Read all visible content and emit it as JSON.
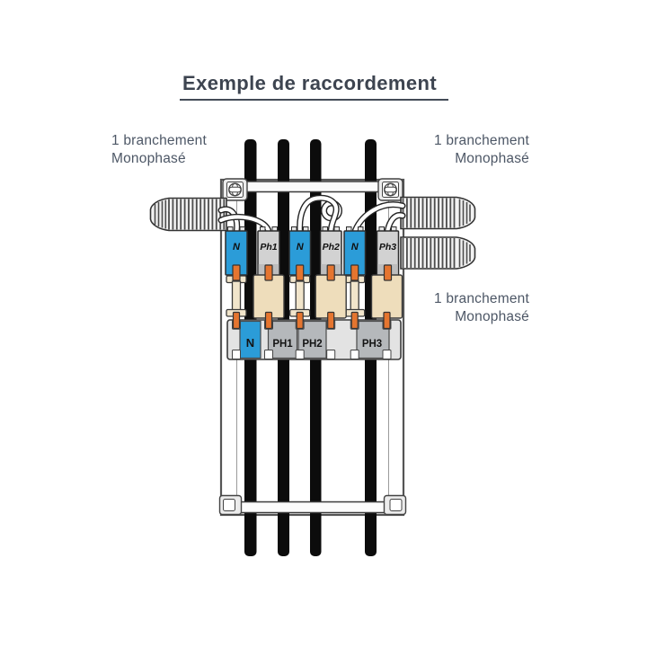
{
  "title": "Exemple de raccordement",
  "annotations": {
    "left_branch": {
      "line1": "1 branchement",
      "line2": "Monophasé"
    },
    "right_top_branch": {
      "line1": "1 branchement",
      "line2": "Monophasé"
    },
    "right_mid_branch": {
      "line1": "1 branchement",
      "line2": "Monophasé"
    }
  },
  "diagram": {
    "incoming_terminals": [
      {
        "label": "N",
        "type": "neutral"
      },
      {
        "label": "Ph1",
        "type": "phase"
      },
      {
        "label": "N",
        "type": "neutral"
      },
      {
        "label": "Ph2",
        "type": "phase"
      },
      {
        "label": "N",
        "type": "neutral"
      },
      {
        "label": "Ph3",
        "type": "phase"
      }
    ],
    "busbar_segments": [
      {
        "label": "N",
        "type": "neutral"
      },
      {
        "label": "PH1",
        "type": "phase"
      },
      {
        "label": "PH2",
        "type": "phase"
      },
      {
        "label": "PH3",
        "type": "phase"
      }
    ],
    "colors": {
      "neutral_blue": "#2b9cd8",
      "phase_gray": "#d2d2d2",
      "busbar_gray": "#b5b8bb",
      "connector_beige": "#eeddbb",
      "pin_orange": "#e5752f",
      "cable_black": "#0c0c0c",
      "title_text": "#3d4450",
      "annotation_text": "#4d5766"
    }
  }
}
